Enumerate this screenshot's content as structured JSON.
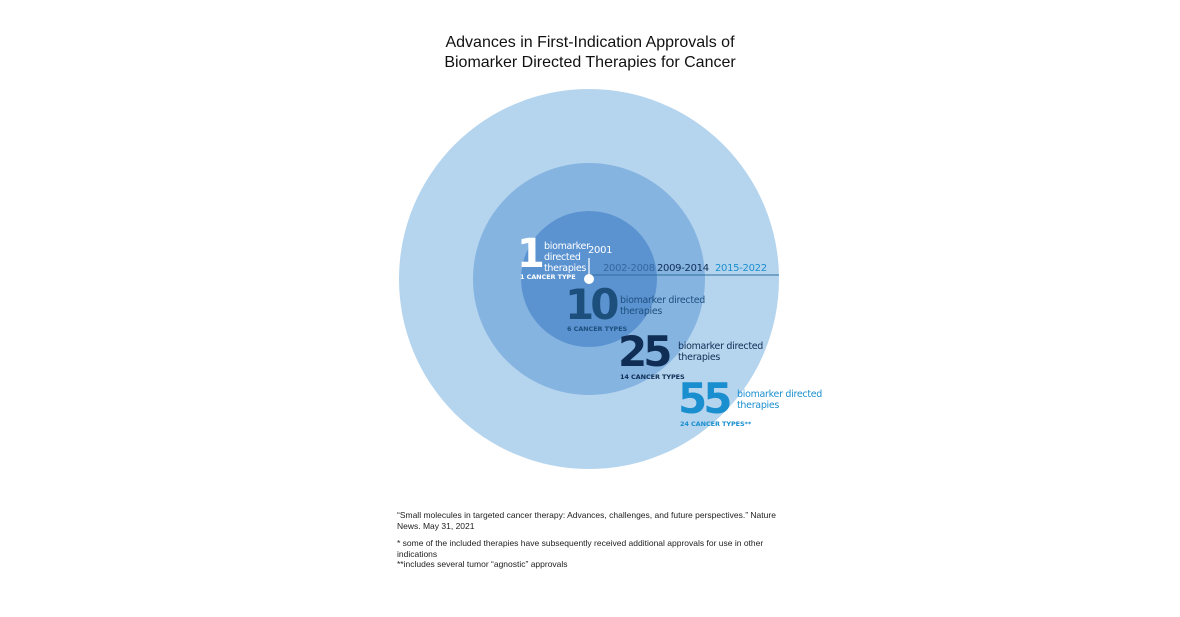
{
  "title": {
    "line1": "Advances in First-Indication Approvals of",
    "line2": "Biomarker Directed Therapies for Cancer"
  },
  "colors": {
    "outer_ring": "#b5d4ee",
    "middle_ring": "#86b4e1",
    "inner_ring": "#5b93d1",
    "timeline": "#2f6fa0",
    "white": "#ffffff",
    "period_2002_2008": "#3468a0",
    "period_2009_2014": "#0f2d55",
    "period_2015_2022": "#1a8fcf"
  },
  "timeline": {
    "periods": [
      "2001",
      "2002-2008",
      "2009-2014",
      "2015-2022"
    ]
  },
  "milestones": [
    {
      "period": "2001",
      "count": "1",
      "line1": "biomarker",
      "line2": "directed",
      "line3": "therapies",
      "types": "1 CANCER TYPE"
    },
    {
      "period": "2002-2008",
      "count": "10",
      "line1": "biomarker directed",
      "line2": "therapies",
      "types": "6 CANCER TYPES"
    },
    {
      "period": "2009-2014",
      "count": "25",
      "line1": "biomarker directed",
      "line2": "therapies",
      "types": "14 CANCER TYPES"
    },
    {
      "period": "2015-2022",
      "count": "55",
      "line1": "biomarker directed",
      "line2": "therapies",
      "types": "24 CANCER TYPES**"
    }
  ],
  "notes": {
    "citation": "“Small molecules in targeted cancer therapy: Advances, challenges, and future perspectives.” Nature News. May 31, 2021",
    "footnote1": "* some of the included therapies have subsequently received additional approvals for use in other indications",
    "footnote2": "**includes several tumor “agnostic” approvals"
  }
}
